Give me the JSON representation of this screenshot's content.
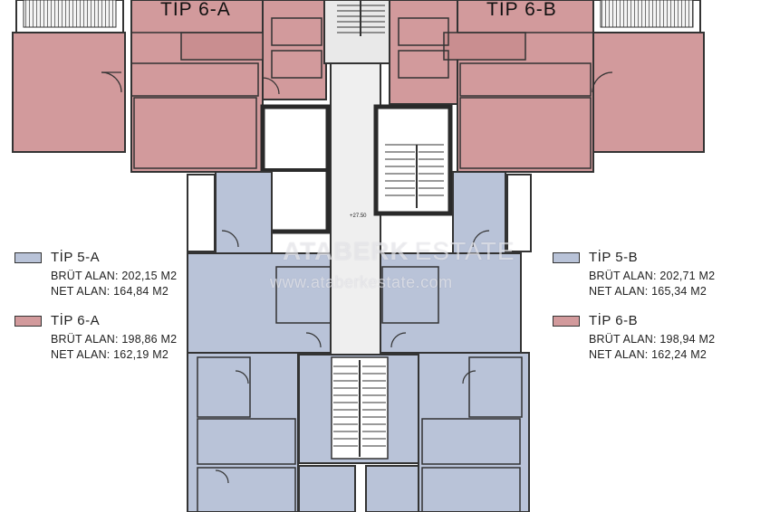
{
  "colors": {
    "tip5": "#b9c3d8",
    "tip6": "#d29a9c",
    "wall": "#3a3a3a",
    "core": "#ececec"
  },
  "units_top": {
    "left_title": "TİP 6-A",
    "right_title": "TİP 6-B"
  },
  "level_mark": "+27.50",
  "legend_left": [
    {
      "name": "TİP 5-A",
      "gross": "BRÜT ALAN: 202,15 M2",
      "net": "NET ALAN: 164,84 M2",
      "color_key": "tip5"
    },
    {
      "name": "TİP 6-A",
      "gross": "BRÜT ALAN: 198,86 M2",
      "net": "NET ALAN: 162,19 M2",
      "color_key": "tip6"
    }
  ],
  "legend_right": [
    {
      "name": "TİP 5-B",
      "gross": "BRÜT ALAN: 202,71 M2",
      "net": "NET ALAN: 165,34 M2",
      "color_key": "tip5"
    },
    {
      "name": "TİP 6-B",
      "gross": "BRÜT ALAN: 198,94 M2",
      "net": "NET ALAN: 162,24 M2",
      "color_key": "tip6"
    }
  ],
  "watermark": {
    "brand_left": "ATABERK",
    "brand_right": "ESTATE",
    "url": "www.ataberkestate.com"
  }
}
